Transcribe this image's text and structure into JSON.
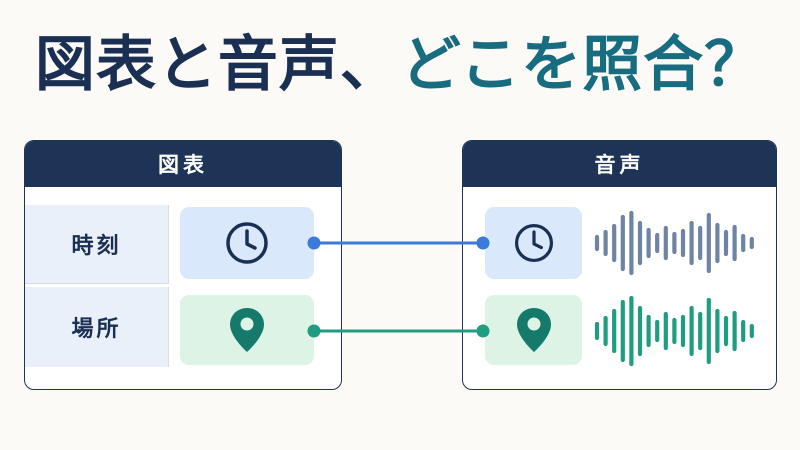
{
  "headline": {
    "part1": "図表と音声、",
    "part2": "どこを照合？"
  },
  "left_panel": {
    "title": "図表",
    "rows": [
      {
        "label": "時刻",
        "icon": "clock-icon"
      },
      {
        "label": "場所",
        "icon": "map-pin-icon"
      }
    ]
  },
  "right_panel": {
    "title": "音声",
    "rows": [
      {
        "icon": "clock-icon",
        "waveform": "audio-waveform-icon"
      },
      {
        "icon": "map-pin-icon",
        "waveform": "audio-waveform-icon"
      }
    ]
  },
  "colors": {
    "navy": "#1e3457",
    "teal": "#176c80",
    "time_link": "#3a7bd9",
    "place_link": "#1f9d80",
    "time_wave": "#6f83a3",
    "place_wave": "#1f9d80",
    "pin": "#167a6a"
  }
}
